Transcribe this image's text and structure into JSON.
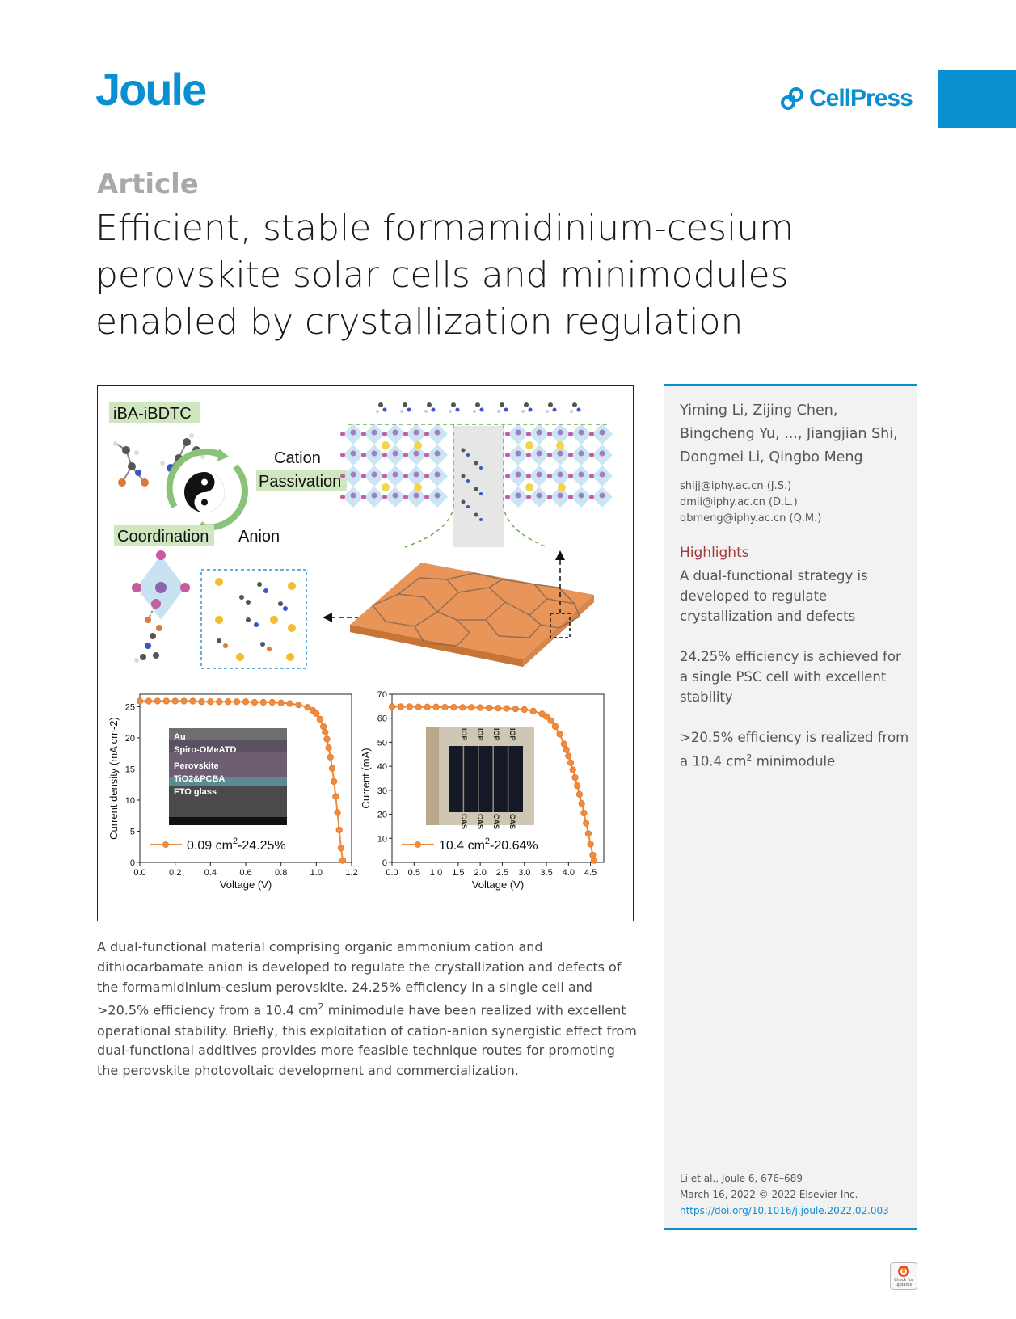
{
  "header": {
    "journal": "Joule",
    "publisher": "CellPress"
  },
  "article": {
    "type": "Article",
    "title": "Efficient, stable formamidinium-cesium perovskite solar cells and minimodules enabled by crystallization regulation"
  },
  "figure": {
    "material_label": "iBA-iBDTC",
    "cation_label_1": "Cation",
    "cation_label_2": "Passivation",
    "coordination_label": "Coordination",
    "anion_label": "Anion",
    "inset_layers": [
      "Au",
      "Spiro-OMeATD",
      "Perovskite",
      "TiO2&PCBA",
      "FTO glass"
    ],
    "module_labels": [
      "IOP",
      "IOP",
      "IOP",
      "IOP"
    ],
    "module_labels_bottom": [
      "CAS",
      "CAS",
      "CAS",
      "CAS"
    ]
  },
  "chart_data": [
    {
      "type": "line",
      "xlabel": "Voltage (V)",
      "ylabel": "Current density (mA cm-2)",
      "xlim": [
        0.0,
        1.2
      ],
      "ylim": [
        0,
        27
      ],
      "xticks": [
        "0.0",
        "0.2",
        "0.4",
        "0.6",
        "0.8",
        "1.0",
        "1.2"
      ],
      "yticks": [
        "0",
        "5",
        "10",
        "15",
        "20",
        "25"
      ],
      "legend": "0.09 cm2-24.25%",
      "legend_main": "0.09 cm",
      "legend_sup": "2",
      "legend_tail": "-24.25%",
      "color": "#f08a3c",
      "x": [
        0.0,
        0.05,
        0.1,
        0.15,
        0.2,
        0.25,
        0.3,
        0.35,
        0.4,
        0.45,
        0.5,
        0.55,
        0.6,
        0.65,
        0.7,
        0.75,
        0.8,
        0.85,
        0.9,
        0.95,
        0.98,
        1.0,
        1.02,
        1.04,
        1.05,
        1.06,
        1.07,
        1.08,
        1.09,
        1.1,
        1.11,
        1.12,
        1.13,
        1.14,
        1.15
      ],
      "y": [
        25.9,
        25.9,
        25.9,
        25.9,
        25.9,
        25.9,
        25.9,
        25.8,
        25.8,
        25.8,
        25.8,
        25.8,
        25.8,
        25.7,
        25.7,
        25.7,
        25.6,
        25.5,
        25.3,
        24.9,
        24.4,
        23.9,
        23.0,
        21.8,
        20.9,
        19.8,
        18.4,
        16.9,
        15.1,
        13.0,
        10.6,
        8.0,
        5.2,
        2.3,
        0.3
      ]
    },
    {
      "type": "line",
      "xlabel": "Voltage (V)",
      "ylabel": "Current (mA)",
      "xlim": [
        0.0,
        4.8
      ],
      "ylim": [
        0,
        70
      ],
      "xticks": [
        "0.0",
        "0.5",
        "1.0",
        "1.5",
        "2.0",
        "2.5",
        "3.0",
        "3.5",
        "4.0",
        "4.5"
      ],
      "yticks": [
        "0",
        "10",
        "20",
        "30",
        "40",
        "50",
        "60",
        "70"
      ],
      "legend": "10.4 cm2-20.64%",
      "legend_main": "10.4 cm",
      "legend_sup": "2",
      "legend_tail": "-20.64%",
      "color": "#f08a3c",
      "x": [
        0.0,
        0.2,
        0.4,
        0.6,
        0.8,
        1.0,
        1.2,
        1.4,
        1.6,
        1.8,
        2.0,
        2.2,
        2.4,
        2.6,
        2.8,
        3.0,
        3.2,
        3.4,
        3.5,
        3.6,
        3.7,
        3.8,
        3.9,
        3.95,
        4.0,
        4.05,
        4.1,
        4.15,
        4.2,
        4.25,
        4.3,
        4.35,
        4.4,
        4.45,
        4.5,
        4.55,
        4.58
      ],
      "y": [
        64.8,
        64.8,
        64.8,
        64.7,
        64.7,
        64.7,
        64.6,
        64.6,
        64.5,
        64.5,
        64.4,
        64.3,
        64.2,
        64.1,
        63.9,
        63.6,
        63.0,
        61.8,
        60.7,
        59.0,
        56.6,
        53.4,
        49.3,
        46.9,
        44.3,
        41.5,
        38.5,
        35.3,
        31.9,
        28.3,
        24.5,
        20.5,
        16.3,
        12.0,
        7.6,
        3.1,
        0.8
      ]
    }
  ],
  "sidebar": {
    "authors": "Yiming Li, Zijing Chen, Bingcheng Yu, ..., Jiangjian Shi, Dongmei Li, Qingbo Meng",
    "emails": [
      "shijj@iphy.ac.cn (J.S.)",
      "dmli@iphy.ac.cn (D.L.)",
      "qbmeng@iphy.ac.cn (Q.M.)"
    ],
    "highlights_title": "Highlights",
    "highlight_1": "A dual-functional strategy is developed to regulate crystallization and defects",
    "highlight_2": "24.25% efficiency is achieved for a single PSC cell with excellent stability",
    "highlight_3_pre": ">20.5% efficiency is realized from a 10.4 cm",
    "highlight_3_sup": "2",
    "highlight_3_post": " minimodule",
    "citation_1": "Li et al., Joule 6, 676–689",
    "citation_2": "March 16, 2022 © 2022 Elsevier Inc.",
    "doi": "https://doi.org/10.1016/j.joule.2022.02.003"
  },
  "abstract": {
    "part1": "A dual-functional material comprising organic ammonium cation and dithiocarbamate anion is developed to regulate the crystallization and defects of the formamidinium-cesium perovskite. 24.25% efficiency in a single cell and >20.5% efficiency from a 10.4 cm",
    "sup": "2",
    "part2": " minimodule have been realized with excellent operational stability. Briefly, this exploitation of cation-anion synergistic effect from dual-functional additives provides more feasible technique routes for promoting the perovskite photovoltaic development and commercialization."
  },
  "badge": {
    "line1": "Check for",
    "line2": "updates"
  }
}
